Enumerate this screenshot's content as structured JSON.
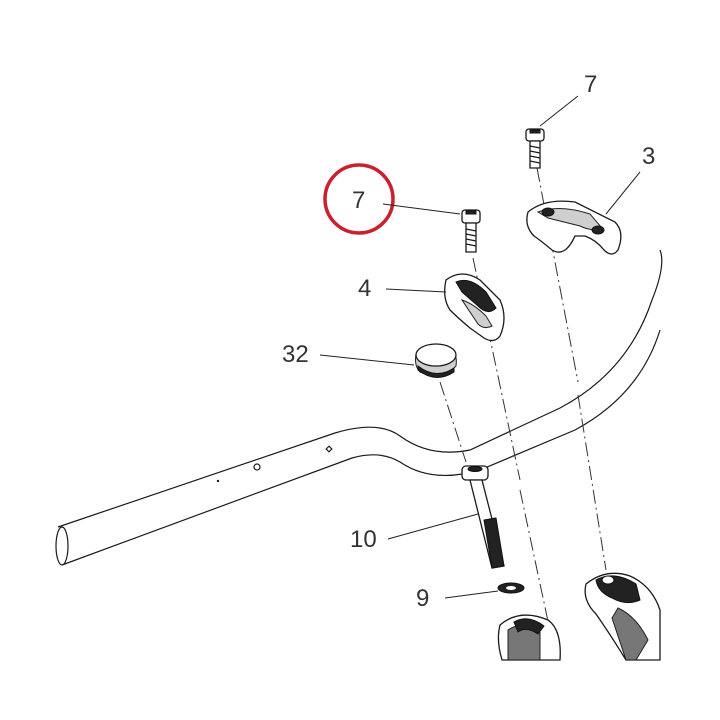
{
  "callouts": {
    "top_bolt": "7",
    "highlighted_bolt": "7",
    "upper_clamp": "3",
    "clamp": "4",
    "cap": "32",
    "long_bolt": "10",
    "washer": "9"
  },
  "colors": {
    "highlight": "#cc1f2e",
    "ink": "#1a1a1a",
    "background": "#ffffff"
  }
}
